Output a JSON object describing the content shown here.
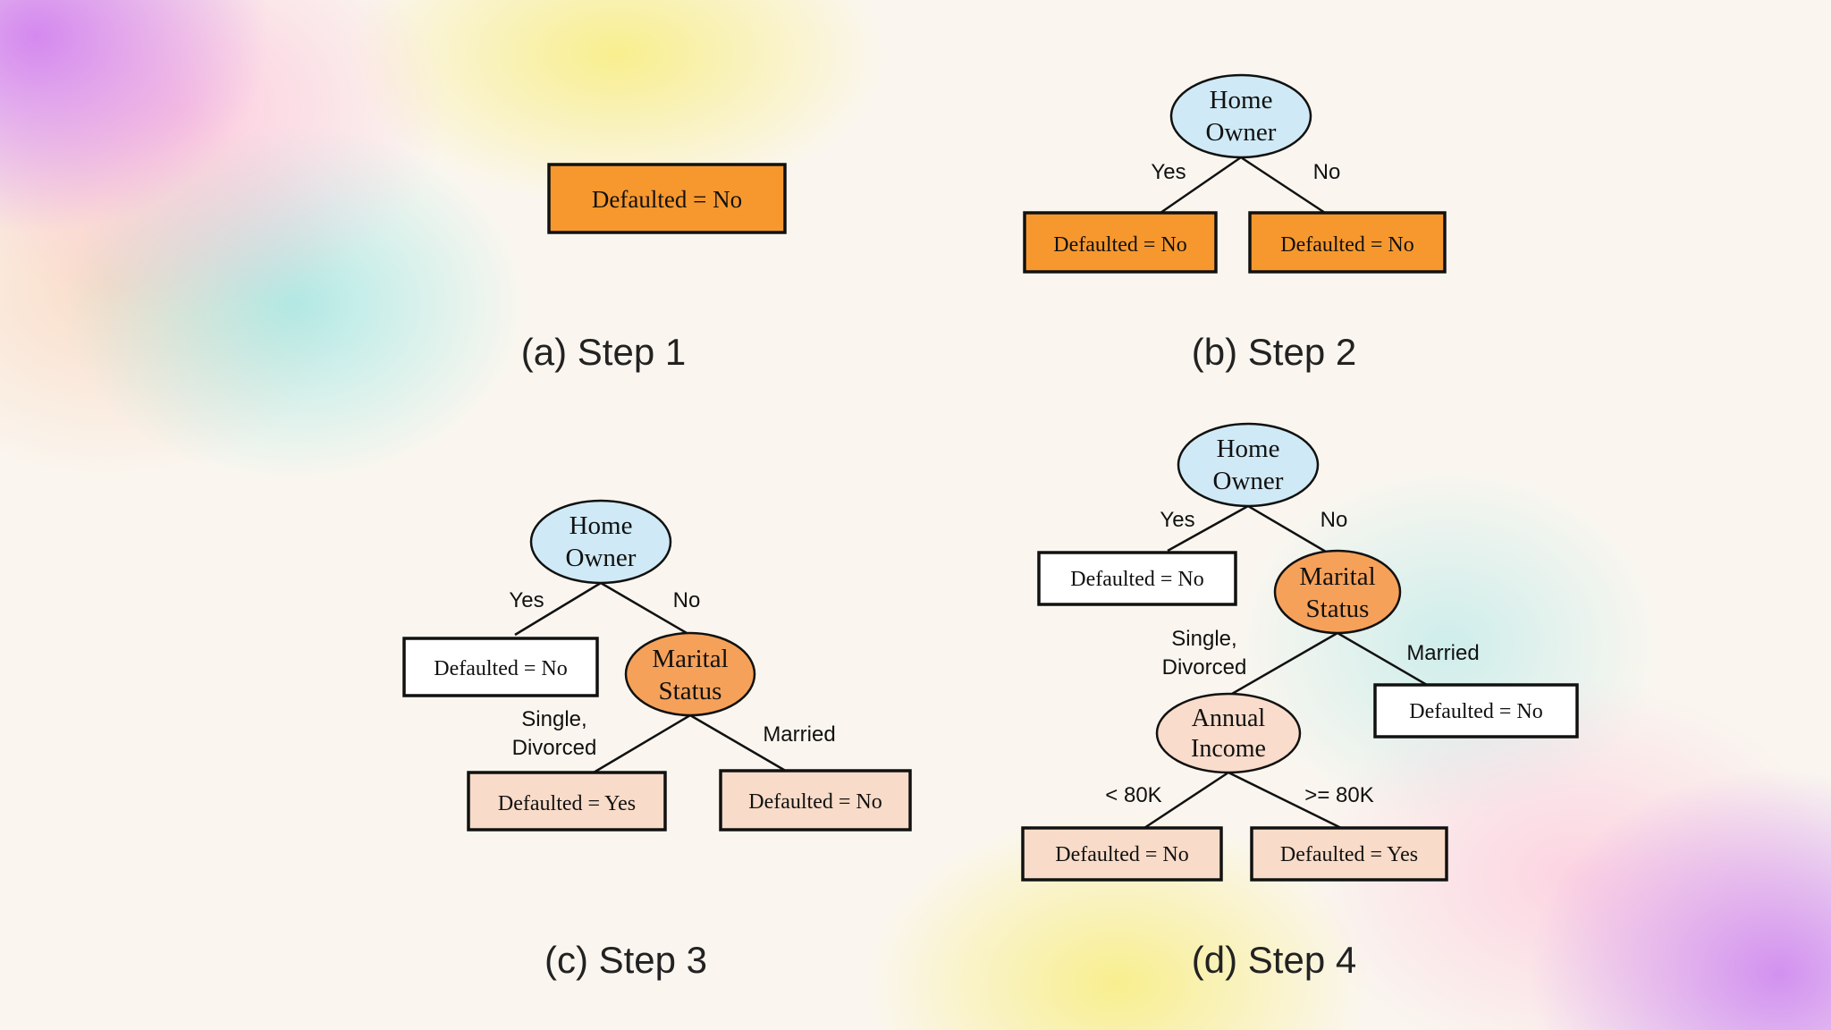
{
  "colors": {
    "internal_node_fill": "#cfeaf6",
    "marital_node_fill": "#f6a15a",
    "income_node_fill": "#f9dccb",
    "leaf_orange": "#f7982e",
    "leaf_white": "#ffffff",
    "leaf_peach": "#f8dbc8",
    "outline": "#111111"
  },
  "panels": {
    "step1": {
      "caption": "(a) Step 1",
      "leaf": "Defaulted = No"
    },
    "step2": {
      "caption": "(b) Step 2",
      "root": [
        "Home",
        "Owner"
      ],
      "yes_label": "Yes",
      "no_label": "No",
      "leaf_yes": "Defaulted = No",
      "leaf_no": "Defaulted = No"
    },
    "step3": {
      "caption": "(c) Step 3",
      "root": [
        "Home",
        "Owner"
      ],
      "yes_label": "Yes",
      "no_label": "No",
      "leaf_yes": "Defaulted = No",
      "split": [
        "Marital",
        "Status"
      ],
      "single_label": [
        "Single,",
        "Divorced"
      ],
      "married_label": "Married",
      "leaf_single": "Defaulted = Yes",
      "leaf_married": "Defaulted = No"
    },
    "step4": {
      "caption": "(d) Step 4",
      "root": [
        "Home",
        "Owner"
      ],
      "yes_label": "Yes",
      "no_label": "No",
      "leaf_yes": "Defaulted = No",
      "split": [
        "Marital",
        "Status"
      ],
      "single_label": [
        "Single,",
        "Divorced"
      ],
      "married_label": "Married",
      "leaf_married": "Defaulted = No",
      "income": [
        "Annual",
        "Income"
      ],
      "lt_label": "< 80K",
      "ge_label": ">= 80K",
      "leaf_lt": "Defaulted = No",
      "leaf_ge": "Defaulted = Yes"
    }
  }
}
